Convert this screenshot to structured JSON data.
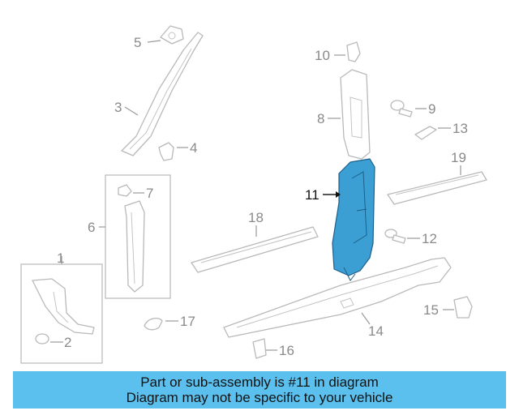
{
  "callouts": {
    "c1": "1",
    "c2": "2",
    "c3": "3",
    "c4": "4",
    "c5": "5",
    "c6": "6",
    "c7": "7",
    "c8": "8",
    "c9": "9",
    "c10": "10",
    "c11": "11",
    "c12": "12",
    "c13": "13",
    "c14": "14",
    "c15": "15",
    "c16": "16",
    "c17": "17",
    "c18": "18",
    "c19": "19"
  },
  "highlight": {
    "part_number": "11",
    "fill_color": "#3c9fd3",
    "stroke_color": "#1d5f8a"
  },
  "banner": {
    "line1": "Part or sub-assembly is #11 in diagram",
    "line2": "Diagram may not be specific to your vehicle",
    "background": "#5bc0ee"
  }
}
